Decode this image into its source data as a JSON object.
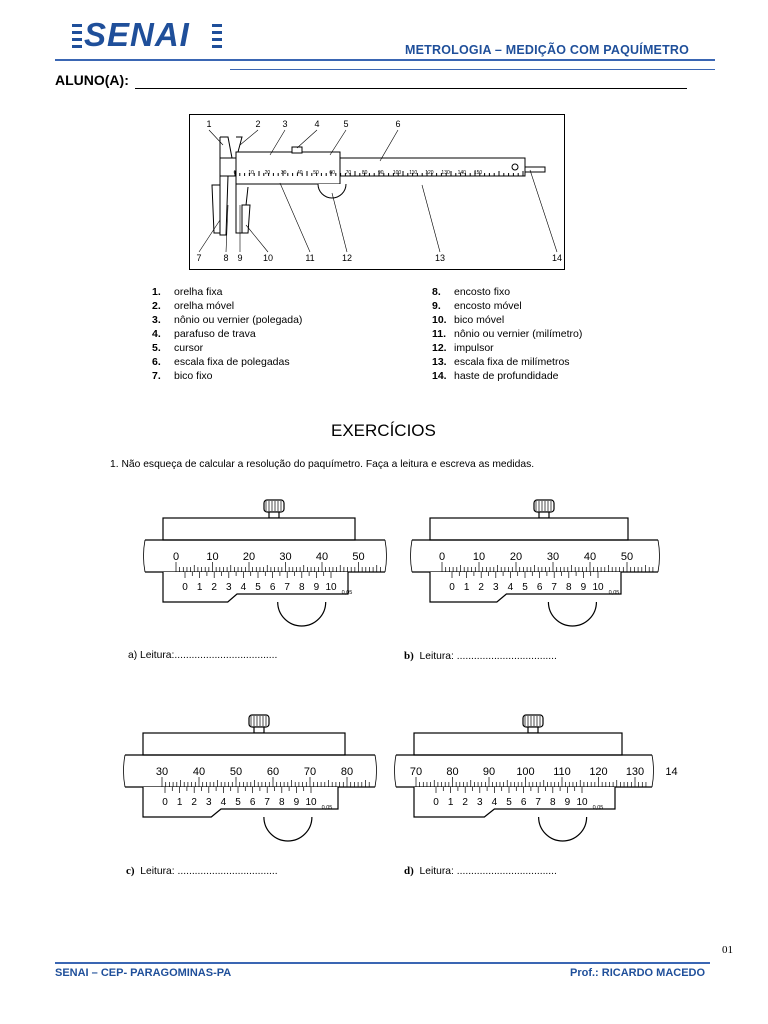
{
  "header": {
    "logo_text": "SENAI",
    "title": "METROLOGIA – MEDIÇÃO COM PAQUÍMETRO"
  },
  "student_label": "ALUNO(A):",
  "diagram": {
    "callouts": [
      "1",
      "2",
      "3",
      "4",
      "5",
      "6",
      "7",
      "8",
      "9",
      "10",
      "11",
      "12",
      "13",
      "14"
    ],
    "scale_labels": [
      "0",
      "10",
      "20",
      "30",
      "40",
      "50",
      "60",
      "70",
      "80",
      "90",
      "100",
      "110",
      "120",
      "130",
      "140",
      "150"
    ]
  },
  "parts_left": [
    {
      "num": "1.",
      "label": "orelha fixa"
    },
    {
      "num": "2.",
      "label": "orelha móvel"
    },
    {
      "num": "3.",
      "label": "nônio ou vernier (polegada)"
    },
    {
      "num": "4.",
      "label": "parafuso de trava"
    },
    {
      "num": "5.",
      "label": "cursor"
    },
    {
      "num": "6.",
      "label": "escala fixa de polegadas"
    },
    {
      "num": "7.",
      "label": "bico fixo"
    }
  ],
  "parts_right": [
    {
      "num": "8.",
      "label": "encosto fixo"
    },
    {
      "num": "9.",
      "label": "encosto móvel"
    },
    {
      "num": "10.",
      "label": "bico móvel"
    },
    {
      "num": "11.",
      "label": "nônio ou vernier (milímetro)"
    },
    {
      "num": "12.",
      "label": "impulsor"
    },
    {
      "num": "13.",
      "label": "escala fixa de milímetros"
    },
    {
      "num": "14.",
      "label": "haste de profundidade"
    }
  ],
  "exercises_title": "EXERCÍCIOS",
  "instruction": "1. Não esqueça de calcular a resolução do paquímetro. Faça a leitura e escreva as medidas.",
  "exercises": [
    {
      "letter": "a)",
      "label": "Leitura:",
      "dots": "....................................",
      "main_scale": [
        "0",
        "10",
        "20",
        "30",
        "40",
        "50"
      ],
      "vernier": [
        "0",
        "1",
        "2",
        "3",
        "4",
        "5",
        "6",
        "7",
        "8",
        "9",
        "10"
      ],
      "resolution": "0,05"
    },
    {
      "letter": "b)",
      "label": "Leitura:",
      "dots": "...................................",
      "main_scale": [
        "0",
        "10",
        "20",
        "30",
        "40",
        "50"
      ],
      "vernier": [
        "0",
        "1",
        "2",
        "3",
        "4",
        "5",
        "6",
        "7",
        "8",
        "9",
        "10"
      ],
      "resolution": "0,05"
    },
    {
      "letter": "c)",
      "label": "Leitura:",
      "dots": "...................................",
      "main_scale": [
        "30",
        "40",
        "50",
        "60",
        "70",
        "80"
      ],
      "vernier": [
        "0",
        "1",
        "2",
        "3",
        "4",
        "5",
        "6",
        "7",
        "8",
        "9",
        "10"
      ],
      "resolution": "0,05"
    },
    {
      "letter": "d)",
      "label": "Leitura:",
      "dots": "...................................",
      "main_scale": [
        "70",
        "80",
        "90",
        "100",
        "110",
        "120",
        "130",
        "14"
      ],
      "vernier": [
        "0",
        "1",
        "2",
        "3",
        "4",
        "5",
        "6",
        "7",
        "8",
        "9",
        "10"
      ],
      "resolution": "0,05"
    }
  ],
  "page_number": "01",
  "footer": {
    "left": "SENAI – CEP- PARAGOMINAS-PA",
    "right": "Prof.: RICARDO MACEDO"
  }
}
